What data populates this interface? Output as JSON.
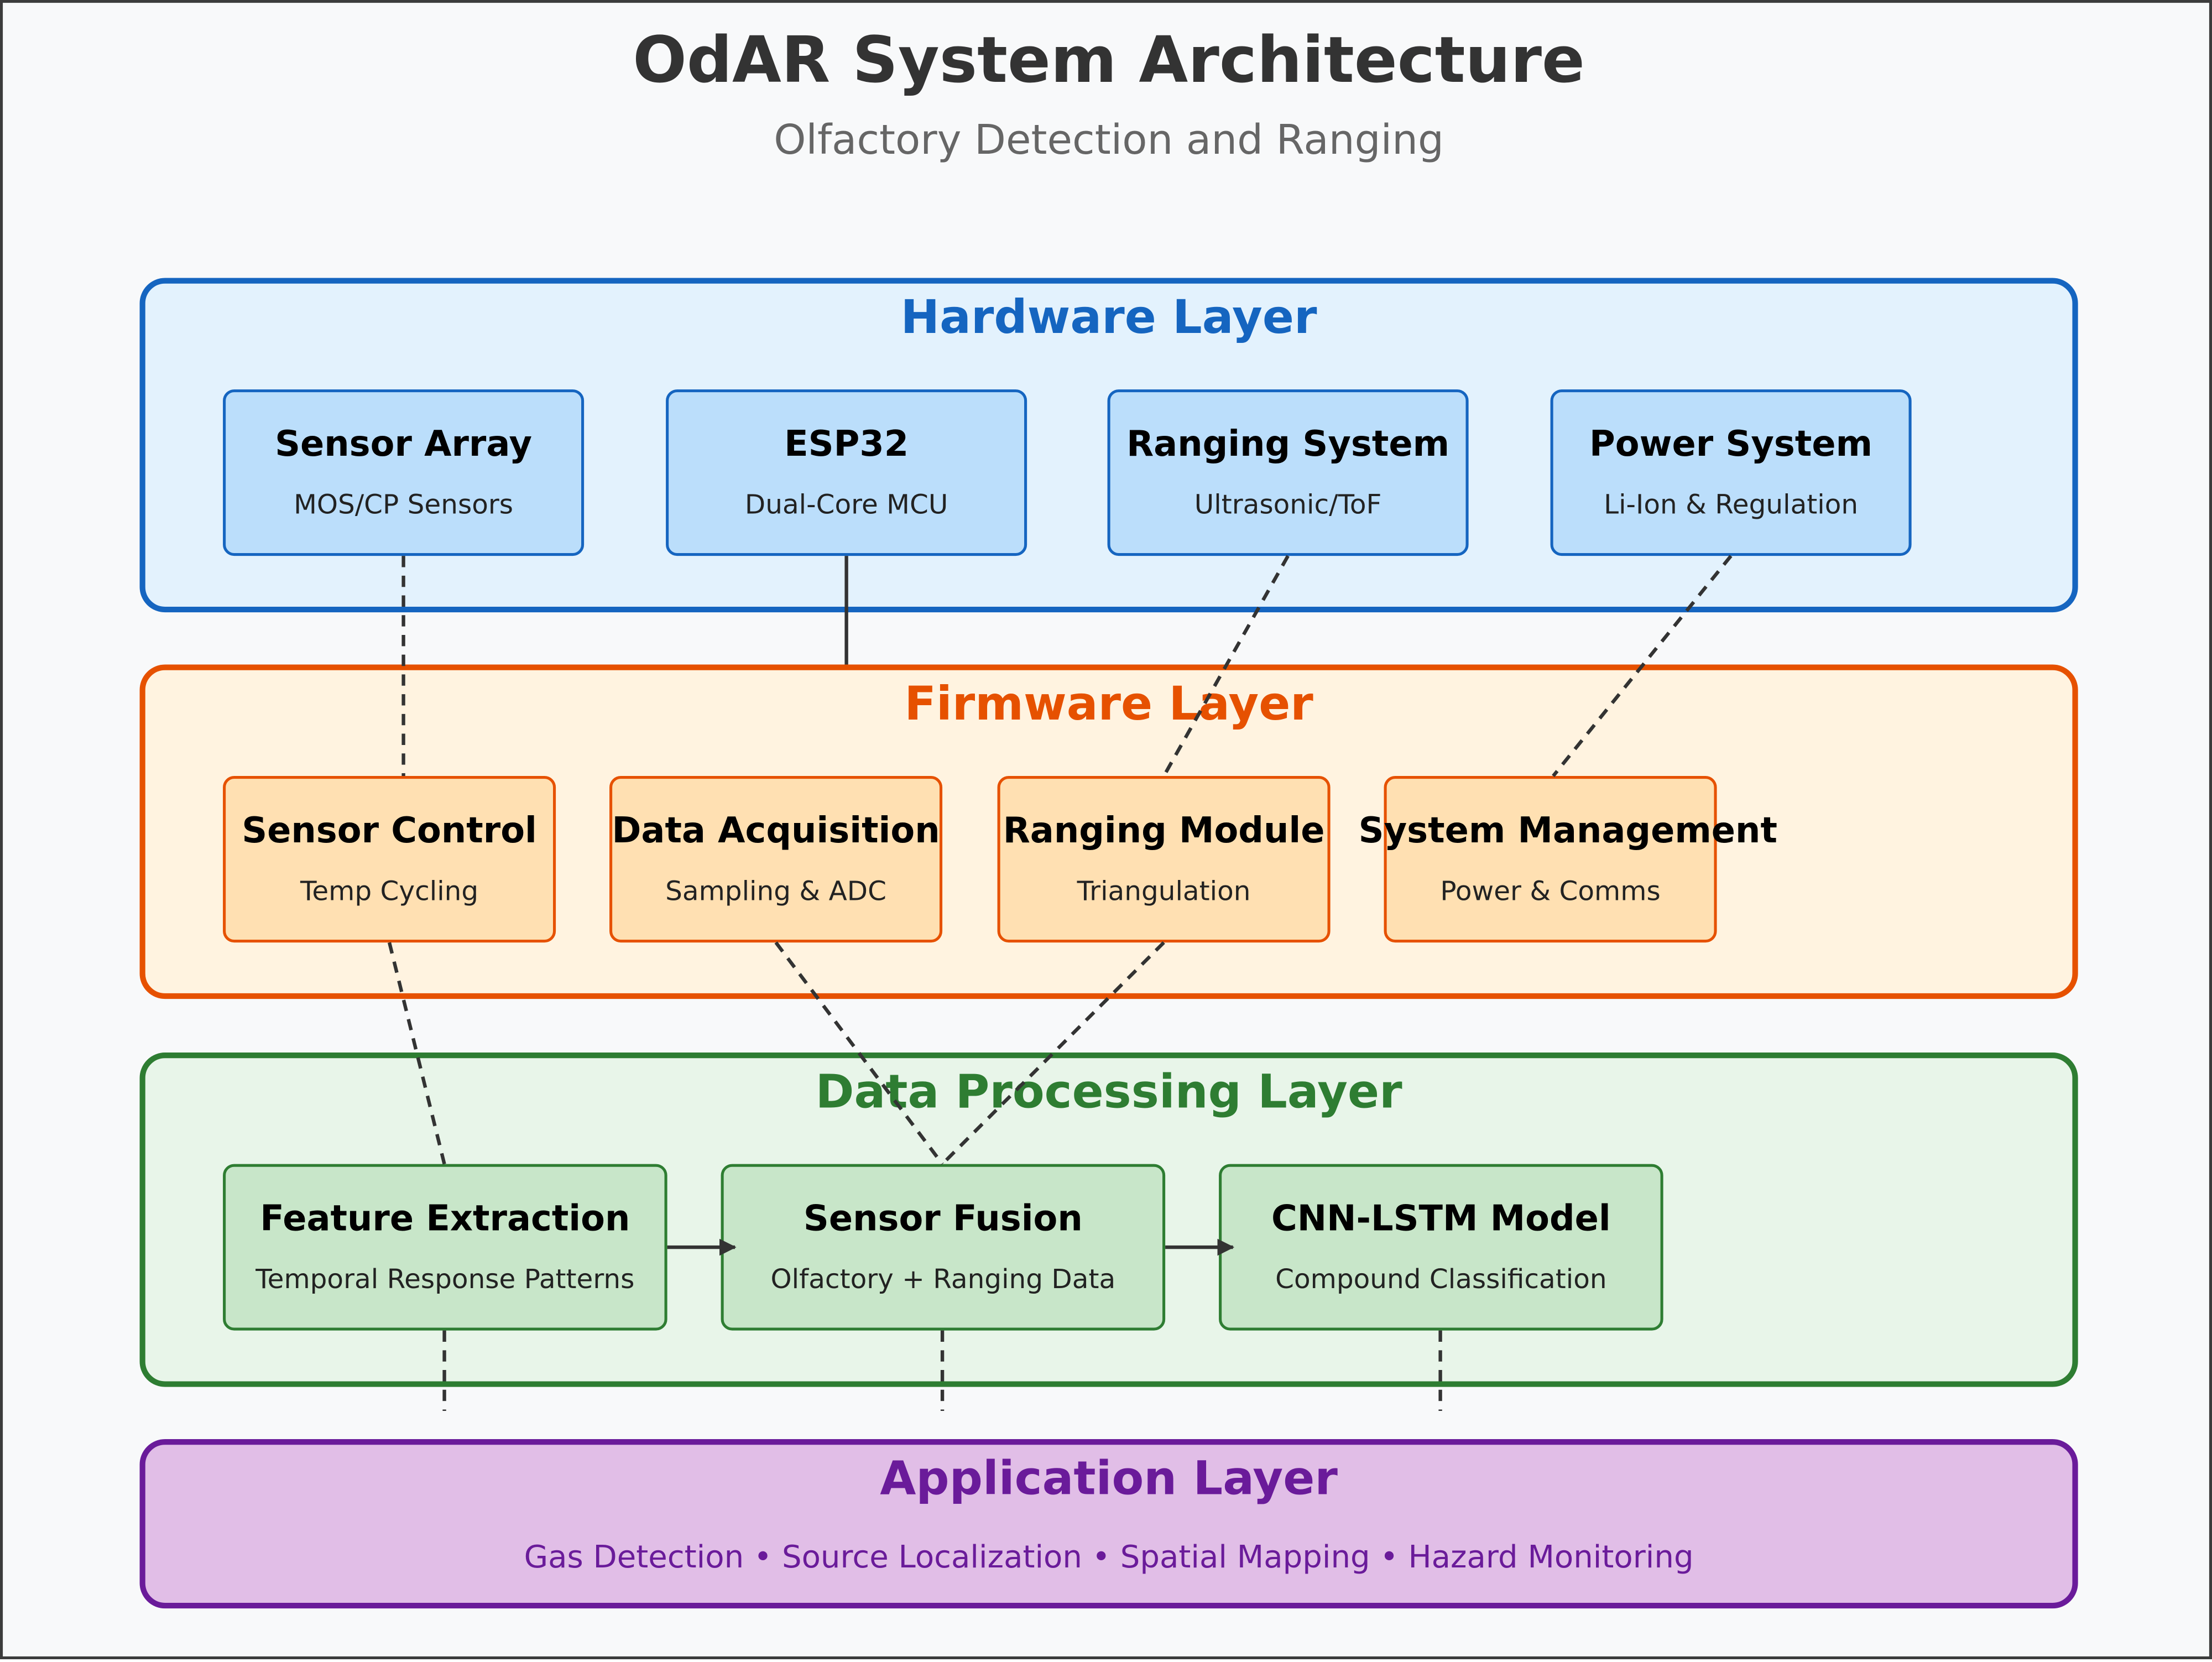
{
  "title": "OdAR System Architecture",
  "subtitle": "Olfactory Detection and Ranging",
  "colors": {
    "hardware": "#1565c0",
    "firmware": "#e65100",
    "data_processing": "#2e7d32",
    "application": "#6a1b9a",
    "connector": "#333333"
  },
  "layers": {
    "hardware": {
      "title": "Hardware Layer",
      "components": [
        {
          "name": "Sensor Array",
          "desc": "MOS/CP Sensors"
        },
        {
          "name": "ESP32",
          "desc": "Dual-Core MCU"
        },
        {
          "name": "Ranging System",
          "desc": "Ultrasonic/ToF"
        },
        {
          "name": "Power System",
          "desc": "Li-Ion & Regulation"
        }
      ]
    },
    "firmware": {
      "title": "Firmware Layer",
      "components": [
        {
          "name": "Sensor Control",
          "desc": "Temp Cycling"
        },
        {
          "name": "Data Acquisition",
          "desc": "Sampling & ADC"
        },
        {
          "name": "Ranging Module",
          "desc": "Triangulation"
        },
        {
          "name": "System Management",
          "desc": "Power & Comms"
        }
      ]
    },
    "data_processing": {
      "title": "Data Processing Layer",
      "components": [
        {
          "name": "Feature Extraction",
          "desc": "Temporal Response Patterns"
        },
        {
          "name": "Sensor Fusion",
          "desc": "Olfactory + Ranging Data"
        },
        {
          "name": "CNN-LSTM Model",
          "desc": "Compound Classification"
        }
      ]
    },
    "application": {
      "title": "Application Layer",
      "capabilities": "Gas Detection • Source Localization • Spatial Mapping • Hazard Monitoring"
    }
  }
}
